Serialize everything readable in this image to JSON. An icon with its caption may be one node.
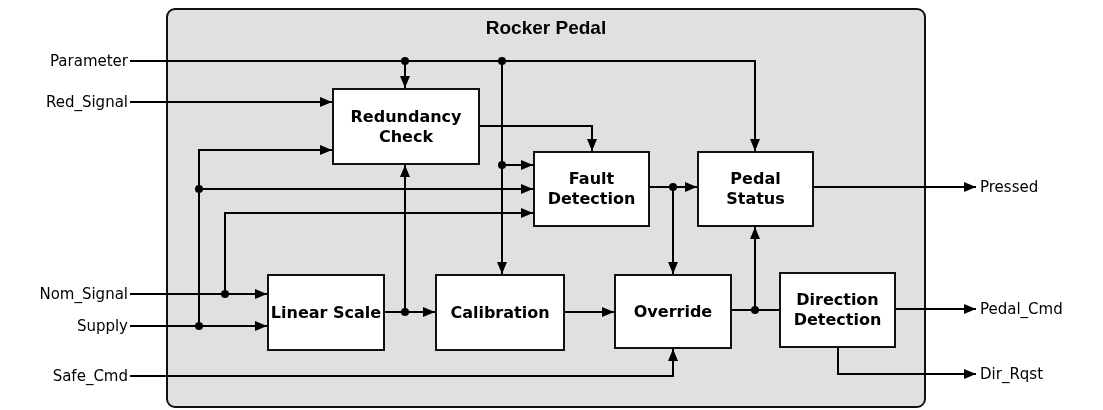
{
  "diagram": {
    "nodes": [
      {
        "text": [
          "Rocker Pedal"
        ]
      },
      {
        "text": [
          "Redundancy Check"
        ],
        "in": 0
      },
      {
        "text": [
          "Fault Detection"
        ],
        "in": 0
      },
      {
        "text": [
          "Pedal Status"
        ],
        "in": 0
      },
      {
        "text": [
          "Linear Scale"
        ],
        "in": 0
      },
      {
        "text": [
          "Calibration"
        ],
        "in": 0
      },
      {
        "text": [
          "Override"
        ],
        "in": 0
      },
      {
        "text": [
          "Direction Detection"
        ],
        "in": 0
      },
      {
        "text": [
          "Parameter"
        ]
      },
      {
        "text": [
          "Red_Signal"
        ]
      },
      {
        "text": [
          "Nom_Signal"
        ]
      },
      {
        "text": [
          "Supply"
        ]
      },
      {
        "text": [
          "Safe_Cmd"
        ]
      },
      {
        "text": [
          "Pressed"
        ]
      },
      {
        "text": [
          "Pedal_Cmd"
        ]
      },
      {
        "text": [
          "Dir_Rqst"
        ]
      }
    ],
    "edges": [
      {
        "from": 8,
        "to": 1,
        "arrow": "to"
      },
      {
        "from": 8,
        "to": 2,
        "arrow": "to"
      },
      {
        "from": 8,
        "to": 5,
        "arrow": "to"
      },
      {
        "from": 8,
        "to": 3,
        "arrow": "to"
      },
      {
        "from": 9,
        "to": 1,
        "arrow": "to"
      },
      {
        "from": 10,
        "to": 4,
        "arrow": "to"
      },
      {
        "from": 10,
        "to": 2,
        "arrow": "to"
      },
      {
        "from": 11,
        "to": 4,
        "arrow": "to"
      },
      {
        "from": 11,
        "to": 1,
        "arrow": "to"
      },
      {
        "from": 11,
        "to": 2,
        "arrow": "to"
      },
      {
        "from": 4,
        "to": 5,
        "arrow": "to"
      },
      {
        "from": 4,
        "to": 1,
        "arrow": "to"
      },
      {
        "from": 1,
        "to": 2,
        "arrow": "to"
      },
      {
        "from": 5,
        "to": 6,
        "arrow": "to"
      },
      {
        "from": 2,
        "to": 3,
        "arrow": "to"
      },
      {
        "from": 2,
        "to": 6,
        "arrow": "to"
      },
      {
        "from": 6,
        "to": 3,
        "arrow": "to"
      },
      {
        "from": 6,
        "to": 7,
        "arrow": "none"
      },
      {
        "from": 12,
        "to": 6,
        "arrow": "to"
      },
      {
        "from": 3,
        "to": 13,
        "arrow": "to"
      },
      {
        "from": 7,
        "to": 14,
        "arrow": "to"
      },
      {
        "from": 7,
        "to": 15,
        "arrow": "to"
      }
    ]
  }
}
